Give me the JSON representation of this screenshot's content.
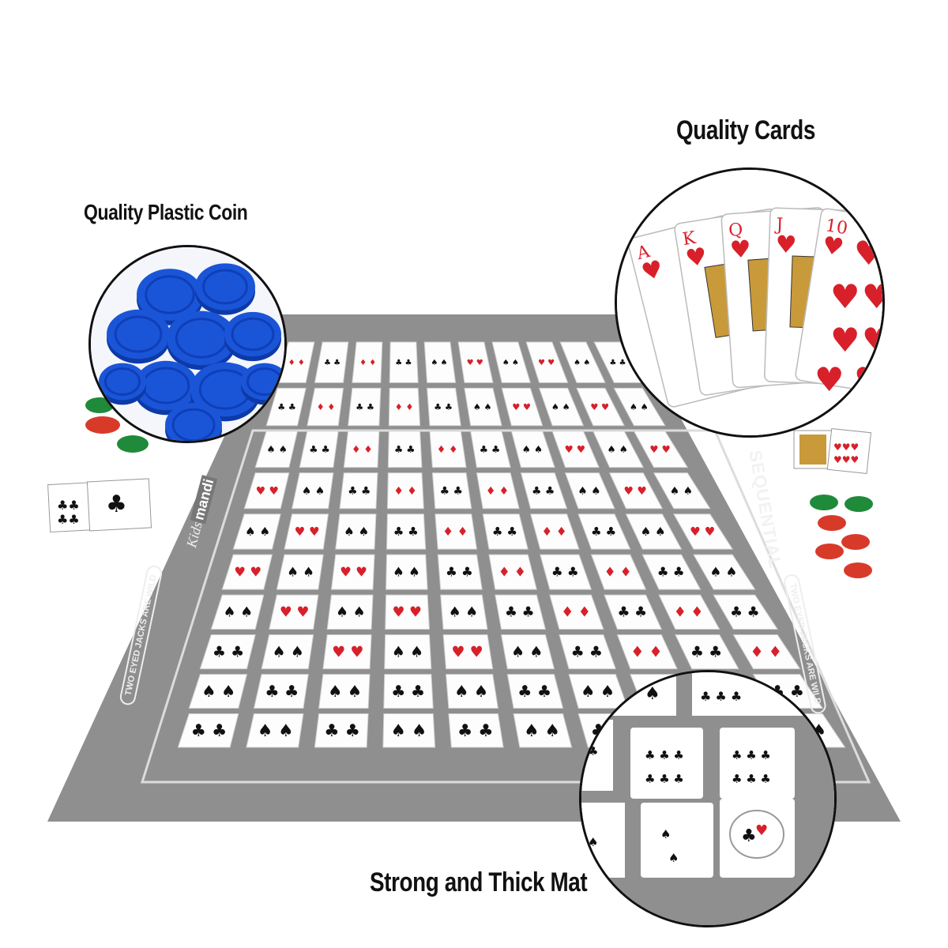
{
  "labels": {
    "cards": "Quality Cards",
    "coin": "Quality Plastic Coin",
    "mat": "Strong and Thick Mat"
  },
  "board": {
    "brand_prefix": "Kids",
    "brand_name": "mandi",
    "title": "SEQUENTIAL",
    "side_text": "TWO EYED JACKS ARE WILD"
  },
  "hand": {
    "ranks": [
      "A",
      "K",
      "Q",
      "J",
      "10"
    ]
  },
  "colors": {
    "mat": "#8f8f8f",
    "coin_blue": "#1a55d8",
    "chip_red": "#d83a2a",
    "chip_green": "#1f8a3a",
    "heart_red": "#d8202a"
  }
}
